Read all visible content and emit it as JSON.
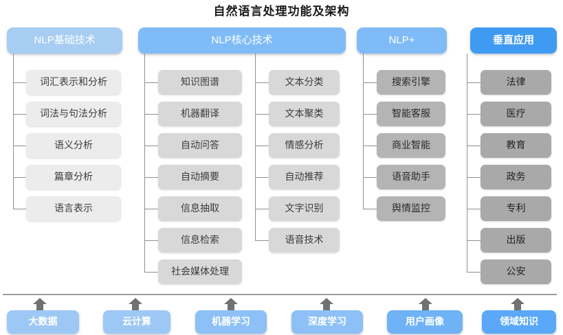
{
  "title": "自然语言处理功能及架构",
  "groups": [
    {
      "id": "nlp-basic",
      "label": "NLP基础技术",
      "columns": [
        {
          "items": [
            "词汇表示和分析",
            "词法与句法分析",
            "语义分析",
            "篇章分析",
            "语言表示"
          ]
        }
      ]
    },
    {
      "id": "nlp-core",
      "label": "NLP核心技术",
      "columns": [
        {
          "items": [
            "知识图谱",
            "机器翻译",
            "自动问答",
            "自动摘要",
            "信息抽取",
            "信息检索",
            "社会媒体处理"
          ]
        },
        {
          "items": [
            "文本分类",
            "文本聚类",
            "情感分析",
            "自动推荐",
            "文字识别",
            "语音技术"
          ]
        }
      ]
    },
    {
      "id": "nlp-plus",
      "label": "NLP+",
      "columns": [
        {
          "items": [
            "搜索引擎",
            "智能客服",
            "商业智能",
            "语音助手",
            "舆情监控"
          ]
        }
      ]
    },
    {
      "id": "vertical-app",
      "label": "垂直应用",
      "columns": [
        {
          "items": [
            "法律",
            "医疗",
            "教育",
            "政务",
            "专利",
            "出版",
            "公安"
          ]
        }
      ]
    }
  ],
  "foundations": [
    "大数据",
    "云计算",
    "机器学习",
    "深度学习",
    "用户画像",
    "领域知识"
  ],
  "watermark": "",
  "colors": {
    "header_light": "#a7cdf2",
    "header_mid": "#7fbcf7",
    "header_strong": "#3f9bf2",
    "item_light": "#ececed",
    "item_mid": "#d8d8d8",
    "item_dark": "#b4b4b4",
    "item_darker": "#a9a9a9",
    "foundation": "#8cc0f6",
    "connector": "#8d8f92",
    "title_text": "#1a1a1a"
  }
}
